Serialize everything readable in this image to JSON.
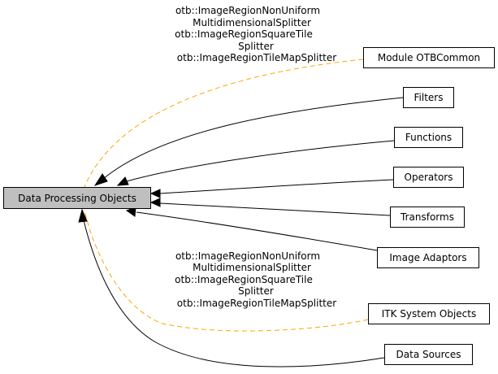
{
  "diagram": {
    "type": "collaboration-graph",
    "main_node": {
      "id": "dpo",
      "label": "Data Processing Objects",
      "fill": "#bfbfbf"
    },
    "nodes": [
      {
        "id": "otbcommon",
        "label": "Module OTBCommon"
      },
      {
        "id": "filters",
        "label": "Filters"
      },
      {
        "id": "functions",
        "label": "Functions"
      },
      {
        "id": "operators",
        "label": "Operators"
      },
      {
        "id": "transforms",
        "label": "Transforms"
      },
      {
        "id": "adaptors",
        "label": "Image Adaptors"
      },
      {
        "id": "itk",
        "label": "ITK System Objects"
      },
      {
        "id": "sources",
        "label": "Data Sources"
      }
    ],
    "edges": [
      {
        "from": "otbcommon",
        "to": "dpo",
        "style": "dashed",
        "color": "#ffa500",
        "label": [
          "otb::ImageRegionNonUniform",
          "MultidimensionalSplitter",
          "otb::ImageRegionSquareTile",
          "Splitter",
          "otb::ImageRegionTileMapSplitter"
        ]
      },
      {
        "from": "filters",
        "to": "dpo",
        "style": "solid",
        "color": "#000000"
      },
      {
        "from": "functions",
        "to": "dpo",
        "style": "solid",
        "color": "#000000"
      },
      {
        "from": "operators",
        "to": "dpo",
        "style": "solid",
        "color": "#000000"
      },
      {
        "from": "transforms",
        "to": "dpo",
        "style": "solid",
        "color": "#000000"
      },
      {
        "from": "adaptors",
        "to": "dpo",
        "style": "solid",
        "color": "#000000"
      },
      {
        "from": "itk",
        "to": "dpo",
        "style": "dashed",
        "color": "#ffa500",
        "label": [
          "otb::ImageRegionNonUniform",
          "MultidimensionalSplitter",
          "otb::ImageRegionSquareTile",
          "Splitter",
          "otb::ImageRegionTileMapSplitter"
        ]
      },
      {
        "from": "sources",
        "to": "dpo",
        "style": "solid",
        "color": "#000000"
      }
    ]
  }
}
